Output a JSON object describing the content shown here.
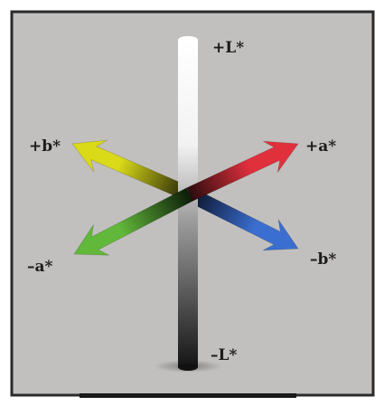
{
  "labels": {
    "plus_L": "+L*",
    "minus_L": "–L*",
    "plus_a": "+a*",
    "minus_a": "–a*",
    "plus_b": "+b*",
    "minus_b": "–b*"
  },
  "colors": {
    "background": "#c2c0be",
    "frame": "#2a2a2a",
    "plus_a": "#e0303c",
    "minus_a": "#62b83a",
    "plus_b": "#dada18",
    "minus_b": "#3a6ed0",
    "lightness_top": "#ffffff",
    "lightness_bottom": "#151515"
  }
}
